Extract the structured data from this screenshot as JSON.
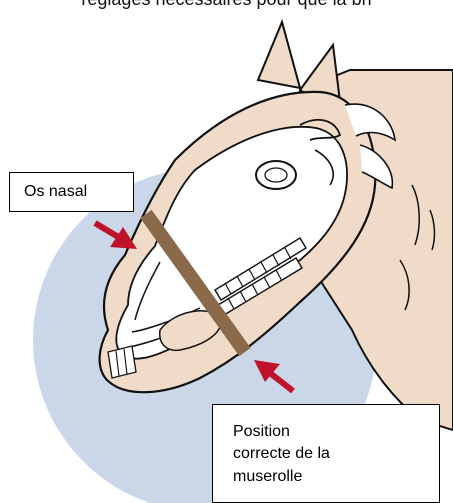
{
  "header": {
    "caption": "réglages nécessaires pour que la bri"
  },
  "labels": {
    "nasal_bone": "Os nasal",
    "noseband_position": [
      "Position",
      "correcte de la",
      "muserolle"
    ]
  },
  "icons": {
    "arrow_nasal": "arrow-icon",
    "arrow_position": "arrow-icon"
  },
  "colors": {
    "background_circle": "#c9d7e8",
    "horse_coat": "#f0dbc8",
    "outline": "#111111",
    "noseband": "#8b6a4b",
    "arrow": "#c0122a"
  }
}
